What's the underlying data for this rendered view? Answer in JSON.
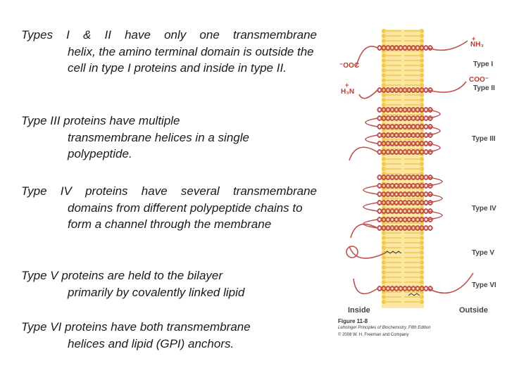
{
  "paragraphs": [
    {
      "first": "Types I & II have only one transmembrane",
      "rest": "helix, the amino terminal domain is outside the cell in type I proteins and inside in type II."
    },
    {
      "first": "Type III proteins have multiple",
      "rest": "transmembrane helices in a single polypeptide."
    },
    {
      "first": "Type IV proteins have several transmembrane",
      "rest": "domains from different polypeptide chains to form a channel through the membrane"
    },
    {
      "first": "Type V proteins are held to the bilayer",
      "rest": "primarily by covalently linked lipid"
    },
    {
      "first": "Type VI proteins have both transmembrane",
      "rest": "helices and lipid (GPI) anchors."
    }
  ],
  "figure": {
    "type_labels": [
      "Type I",
      "Type II",
      "Type III",
      "Type IV",
      "Type V",
      "Type VI"
    ],
    "termini": {
      "nh3": "NH₃",
      "ooc": "⁻OOC",
      "coo": "COO⁻",
      "h3n": "H₃N",
      "plus": "+"
    },
    "side_inside": "Inside",
    "side_outside": "Outside",
    "caption_title": "Figure 11-8",
    "caption_book": "Lehninger Principles of Biochemistry, Fifth Edition",
    "caption_copyright": "© 2008 W. H. Freeman and Company",
    "colors": {
      "helix": "#c0504d",
      "lipid_head": "#f2c94c",
      "lipid_tail": "#e8b931"
    }
  }
}
